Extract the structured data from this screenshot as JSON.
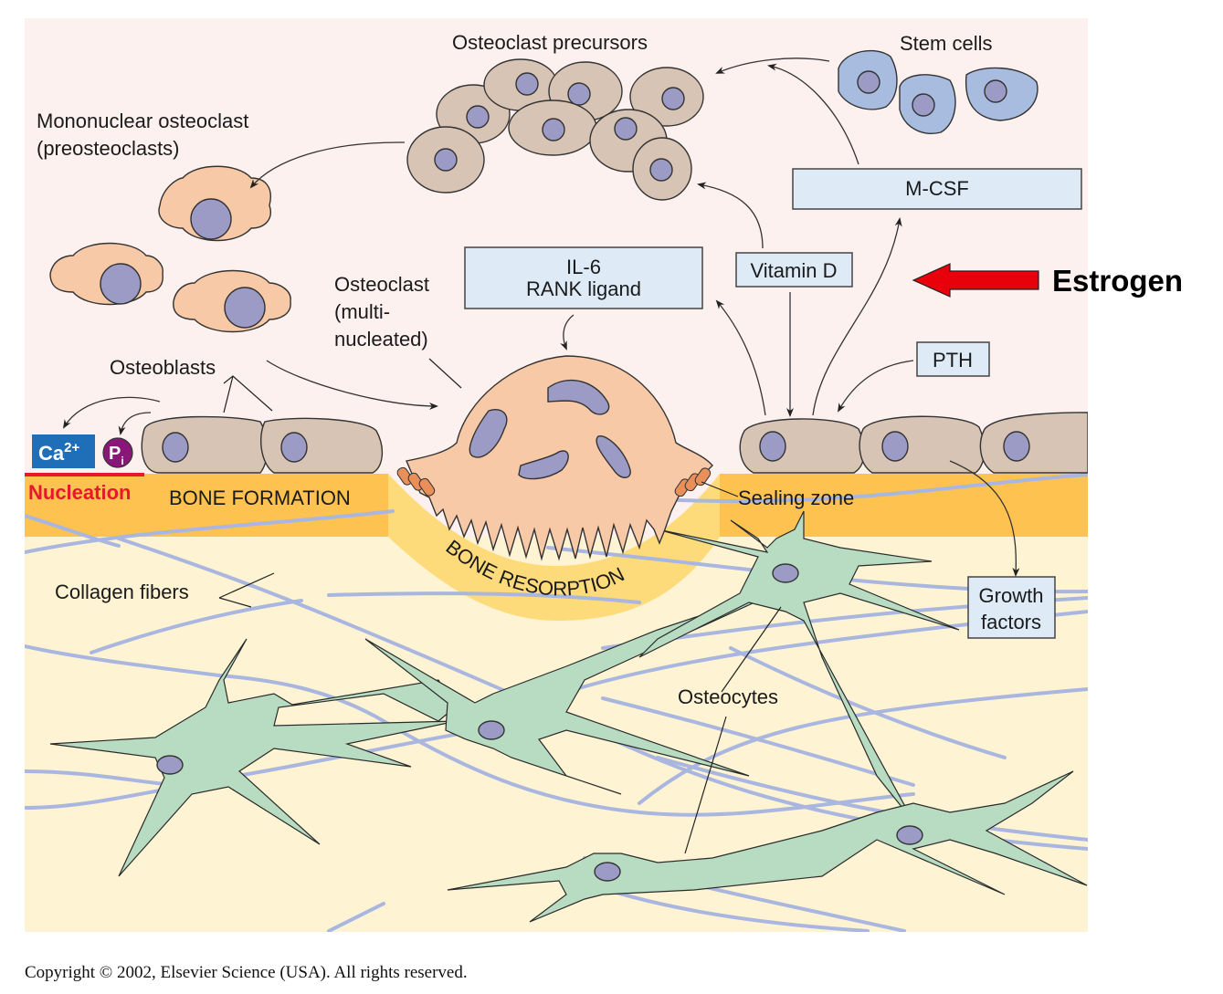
{
  "title": "Bone remodeling: osteoclast / osteoblast regulation",
  "labels": {
    "osteoclast_precursors": "Osteoclast precursors",
    "stem_cells": "Stem cells",
    "mononuclear_line1": "Mononuclear osteoclast",
    "mononuclear_line2": "(preosteoclasts)",
    "osteoclast_line1": "Osteoclast",
    "osteoclast_line2": "(multi-",
    "osteoclast_line3": "nucleated)",
    "osteoblasts": "Osteoblasts",
    "bone_formation": "BONE FORMATION",
    "bone_resorption": "BONE RESORPTION",
    "sealing_zone": "Sealing zone",
    "collagen_fibers": "Collagen fibers",
    "osteocytes": "Osteocytes",
    "nucleation": "Nucleation",
    "estrogen": "Estrogen"
  },
  "boxes": {
    "mcsf": "M-CSF",
    "il6": "IL-6",
    "rank_ligand": "RANK ligand",
    "vitamin_d": "Vitamin D",
    "pth": "PTH",
    "growth_line1": "Growth",
    "growth_line2": "factors"
  },
  "ions": {
    "calcium_base": "Ca",
    "calcium_sup": "2+",
    "phosphate_base": "P",
    "phosphate_sub": "i"
  },
  "colors": {
    "background": "#fdf1ef",
    "bone_surface": "#fdc24f",
    "bone_matrix": "#fef3d3",
    "resorption_pit": "#fedb7a",
    "estrogen_arrow": "#e8000b",
    "nucleation": "#e8182c",
    "calcium_box": "#1f6fb8",
    "phosphate_circle": "#8b1679"
  },
  "copyright": "Copyright © 2002, Elsevier Science (USA).  All rights reserved."
}
